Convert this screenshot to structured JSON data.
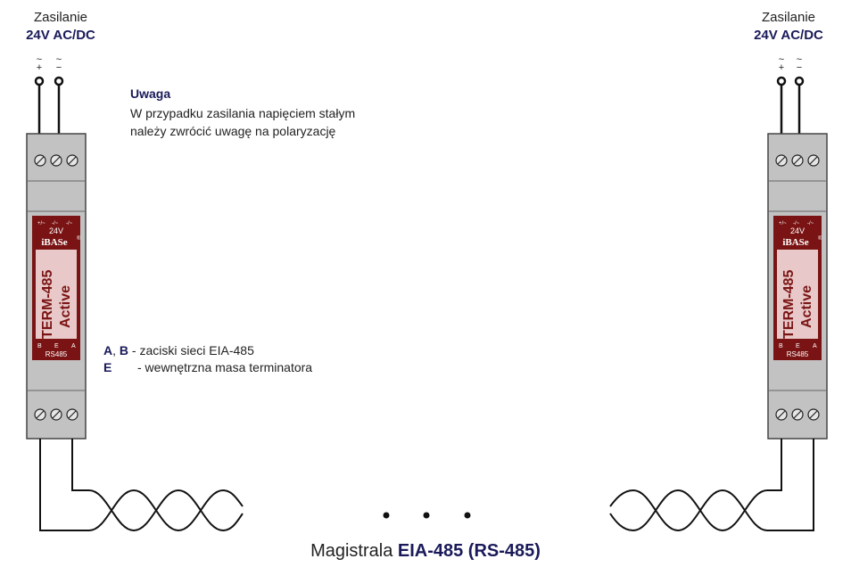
{
  "supply": {
    "label": "Zasilanie",
    "voltage": "24V AC/DC",
    "sym_plus": "~\n+",
    "sym_minus": "~\n−"
  },
  "note": {
    "title": "Uwaga",
    "line1": "W przypadku zasilania napięciem stałym",
    "line2": "należy zwrócić uwagę na polaryzację"
  },
  "device": {
    "top_pins": [
      "+/~",
      "-/~",
      "-/~"
    ],
    "voltage": "24V",
    "brand": "iBASe",
    "brand_mark": "®",
    "model_line1": "TERM-485",
    "model_line2": "Active",
    "bottom_pins": [
      "B",
      "E",
      "A"
    ],
    "bus": "RS485"
  },
  "legend": {
    "ab_a": "A",
    "ab_sep": ", ",
    "ab_b": "B",
    "ab_text": " - zaciski sieci EIA-485",
    "e_key": "E",
    "e_text": "- wewnętrzna masa terminatora"
  },
  "bus_label": {
    "prefix": "Magistrala ",
    "name": "EIA-485 (RS-485)"
  },
  "colors": {
    "module_grey": "#c2c2c2",
    "label_red": "#7a1414",
    "label_pink": "#e8c8c8",
    "text_navy": "#1a1a5a"
  }
}
